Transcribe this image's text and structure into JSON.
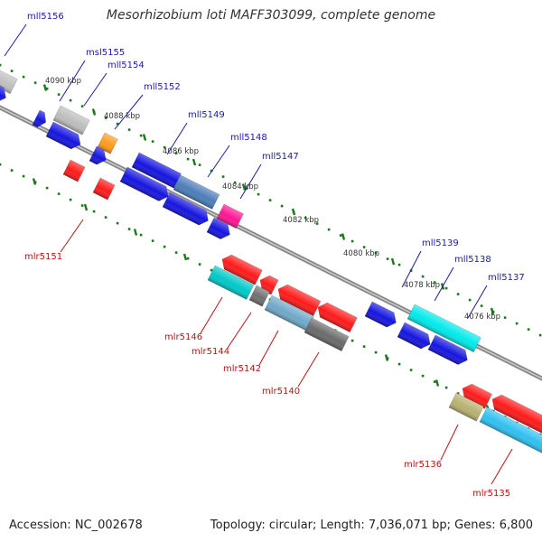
{
  "title": "Mesorhizobium loti MAFF303099, complete genome",
  "footer": {
    "accession": "Accession: NC_002678",
    "summary": "Topology: circular; Length: 7,036,071 bp; Genes: 6,800"
  },
  "colors": {
    "label_forward": "#1a1aa8",
    "label_reverse": "#c01010",
    "tick": "#1a7a1a",
    "backbone": "#888888"
  },
  "scale_labels": [
    "4090 kbp",
    "4088 kbp",
    "4086 kbp",
    "4084 kbp",
    "4082 kbp",
    "4080 kbp",
    "4078 kbp",
    "4076 kbp"
  ],
  "gene_labels": {
    "forward": [
      "mll5156",
      "msl5155",
      "mll5154",
      "mll5152",
      "mll5149",
      "mll5148",
      "mll5147",
      "mll5139",
      "mll5138",
      "mll5137"
    ],
    "reverse": [
      "mlr5151",
      "mlr5146",
      "mlr5144",
      "mlr5142",
      "mlr5140",
      "mlr5136",
      "mlr5135"
    ]
  }
}
